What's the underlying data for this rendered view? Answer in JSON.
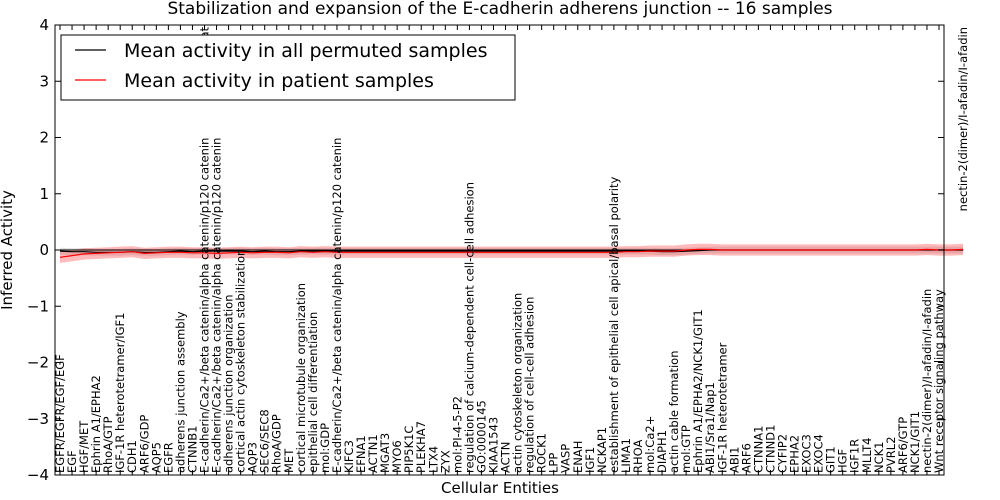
{
  "chart_data": {
    "type": "line",
    "title": "Stabilization and expansion of the E-cadherin adherens junction -- 16 samples",
    "xlabel": "Cellular Entities",
    "ylabel": "Inferred Activity",
    "ylim": [
      -4,
      4
    ],
    "yticks": [
      "−4",
      "−3",
      "−2",
      "−1",
      "0",
      "1",
      "2",
      "3",
      "4"
    ],
    "ytick_values": [
      -4,
      -3,
      -2,
      -1,
      0,
      1,
      2,
      3,
      4
    ],
    "legend": {
      "position": "upper-left"
    },
    "categories": [
      "EGFR/EGFR/EGF/EGF",
      "EGF",
      "HGF/MET",
      "Ephrin A1/EPHA2",
      "RhoA/GTP",
      "IGF-1R heterotetramer/IGF1",
      "CDH1",
      "ARF6/GDP",
      "AQP5",
      "EGFR",
      "adherens junction assembly",
      "CTNNB1",
      "E-cadherin/Ca2+/beta catenin/alpha catenin/p120 catenin",
      "E-cadherin/Ca2+/beta catenin/alpha catenin/p120 catenin",
      "adherens junction organization",
      "cortical actin cytoskeleton stabilization",
      "AQP3",
      "SEC6/SEC8",
      "RhoA/GDP",
      "MET",
      "cortical microtubule organization",
      "epithelial cell differentiation",
      "mol:GDP",
      "E-cadherin/Ca2+/beta catenin/alpha catenin/p120 catenin",
      "KIFC3",
      "EFNA1",
      "ACTN1",
      "MGAT3",
      "MYO6",
      "PIP5K1C",
      "PLEKHA7",
      "LTX4",
      "ZYX",
      "mol:PI-4-5-P2",
      "regulation of calcium-dependent cell-cell adhesion",
      "GO:0000145",
      "KIAA1543",
      "ACTN",
      "actin cytoskeleton organization",
      "regulation of cell-cell adhesion",
      "ROCK1",
      "LPP",
      "VASP",
      "ENAH",
      "IGF1",
      "NCKAP1",
      "establishment of epithelial cell apical/basal polarity",
      "LIMA1",
      "RHOA",
      "mol:Ca2+",
      "DIAPH1",
      "actin cable formation",
      "mol:GTP",
      "Ephrin A1/EPHA2/NCK1/GIT1",
      "ABI1/Sra1/Nap1",
      "IGF-1R heterotetramer",
      "ABI1",
      "ARF6",
      "CTNNA1",
      "CTNND1",
      "CYFIP2",
      "EPHA2",
      "EXOC3",
      "EXOC4",
      "GIT1",
      "HGF",
      "IGF1R",
      "MLLT4",
      "NCK1",
      "PVRL2",
      "ARF6/GTP",
      "NCK1/GIT1",
      "nectin-2(dimer)/I-afadin/I-afadin",
      "Wnt receptor signaling pathway"
    ],
    "top_labels": [
      {
        "index": 12,
        "text": "N/cat"
      },
      {
        "index": 75,
        "text": "nectin-2(dimer)/I-afadin/I-afadin"
      }
    ],
    "series": [
      {
        "name": "Mean activity in all permuted samples",
        "color": "#000000",
        "values": [
          -0.02,
          -0.03,
          -0.03,
          -0.04,
          -0.04,
          -0.04,
          -0.03,
          -0.04,
          -0.04,
          -0.03,
          -0.02,
          -0.03,
          -0.02,
          -0.02,
          -0.02,
          -0.02,
          -0.03,
          -0.02,
          -0.03,
          -0.03,
          -0.02,
          -0.02,
          -0.02,
          -0.02,
          -0.02,
          -0.02,
          -0.02,
          -0.02,
          -0.02,
          -0.02,
          -0.02,
          -0.02,
          -0.02,
          -0.02,
          -0.02,
          -0.02,
          -0.02,
          -0.02,
          -0.02,
          -0.02,
          -0.02,
          -0.02,
          -0.02,
          -0.02,
          -0.02,
          -0.02,
          -0.02,
          -0.02,
          -0.02,
          -0.02,
          -0.03,
          -0.03,
          -0.02,
          -0.01,
          0,
          0,
          0,
          0,
          0,
          0,
          0,
          0,
          0,
          0,
          0,
          0,
          0,
          0,
          0,
          0,
          0,
          0,
          0,
          0,
          0,
          0
        ],
        "band": 0.06
      },
      {
        "name": "Mean activity in patient samples",
        "color": "#ff0000",
        "values": [
          -0.13,
          -0.1,
          -0.07,
          -0.06,
          -0.05,
          -0.04,
          -0.03,
          -0.06,
          -0.05,
          -0.04,
          -0.04,
          -0.05,
          -0.05,
          -0.06,
          -0.05,
          -0.04,
          -0.05,
          -0.04,
          -0.04,
          -0.05,
          -0.03,
          -0.04,
          -0.03,
          -0.04,
          -0.04,
          -0.04,
          -0.04,
          -0.04,
          -0.04,
          -0.04,
          -0.04,
          -0.04,
          -0.04,
          -0.04,
          -0.04,
          -0.04,
          -0.04,
          -0.04,
          -0.04,
          -0.04,
          -0.04,
          -0.04,
          -0.04,
          -0.04,
          -0.04,
          -0.04,
          -0.04,
          -0.03,
          -0.03,
          -0.02,
          -0.02,
          -0.02,
          0,
          0.01,
          0.01,
          0,
          0,
          0,
          0,
          0,
          0,
          0,
          0,
          0,
          0,
          0,
          0,
          0,
          0,
          0,
          0,
          0,
          0.01,
          0,
          0,
          0.01
        ],
        "band": 0.1
      }
    ]
  }
}
